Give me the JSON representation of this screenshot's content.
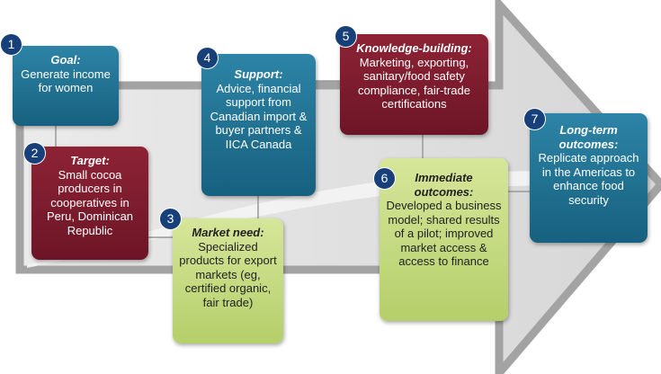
{
  "steps": [
    {
      "num": "1",
      "title": "Goal:",
      "body": "Generate income for women",
      "color": "#1f6f91"
    },
    {
      "num": "2",
      "title": "Target:",
      "body": "Small cocoa producers in cooperatives in Peru, Dominican Republic",
      "color": "#7d1d2f"
    },
    {
      "num": "3",
      "title": "Market need:",
      "body": "Specialized products for export markets (eg, certified organic, fair trade)",
      "color": "#c7dc82"
    },
    {
      "num": "4",
      "title": "Support:",
      "body": "Advice, financial support from Canadian import & buyer partners & IICA Canada",
      "color": "#1f6f91"
    },
    {
      "num": "5",
      "title": "Knowledge-building:",
      "body": "Marketing, exporting, sanitary/food safety compliance, fair-trade certifications",
      "color": "#7d1d2f"
    },
    {
      "num": "6",
      "title": "Immediate outcomes:",
      "body": "Developed a business model; shared results of a pilot; improved market access & access to finance",
      "color": "#c7dc82"
    },
    {
      "num": "7",
      "title": "Long-term outcomes:",
      "body": "Replicate approach in the Americas to enhance food security",
      "color": "#1f6f91"
    }
  ],
  "colors": {
    "arrow_fill": "#e3e3e3",
    "arrow_outline": "#a3a3a3",
    "connector": "#9a9a9a",
    "badge": "#173f7a"
  }
}
